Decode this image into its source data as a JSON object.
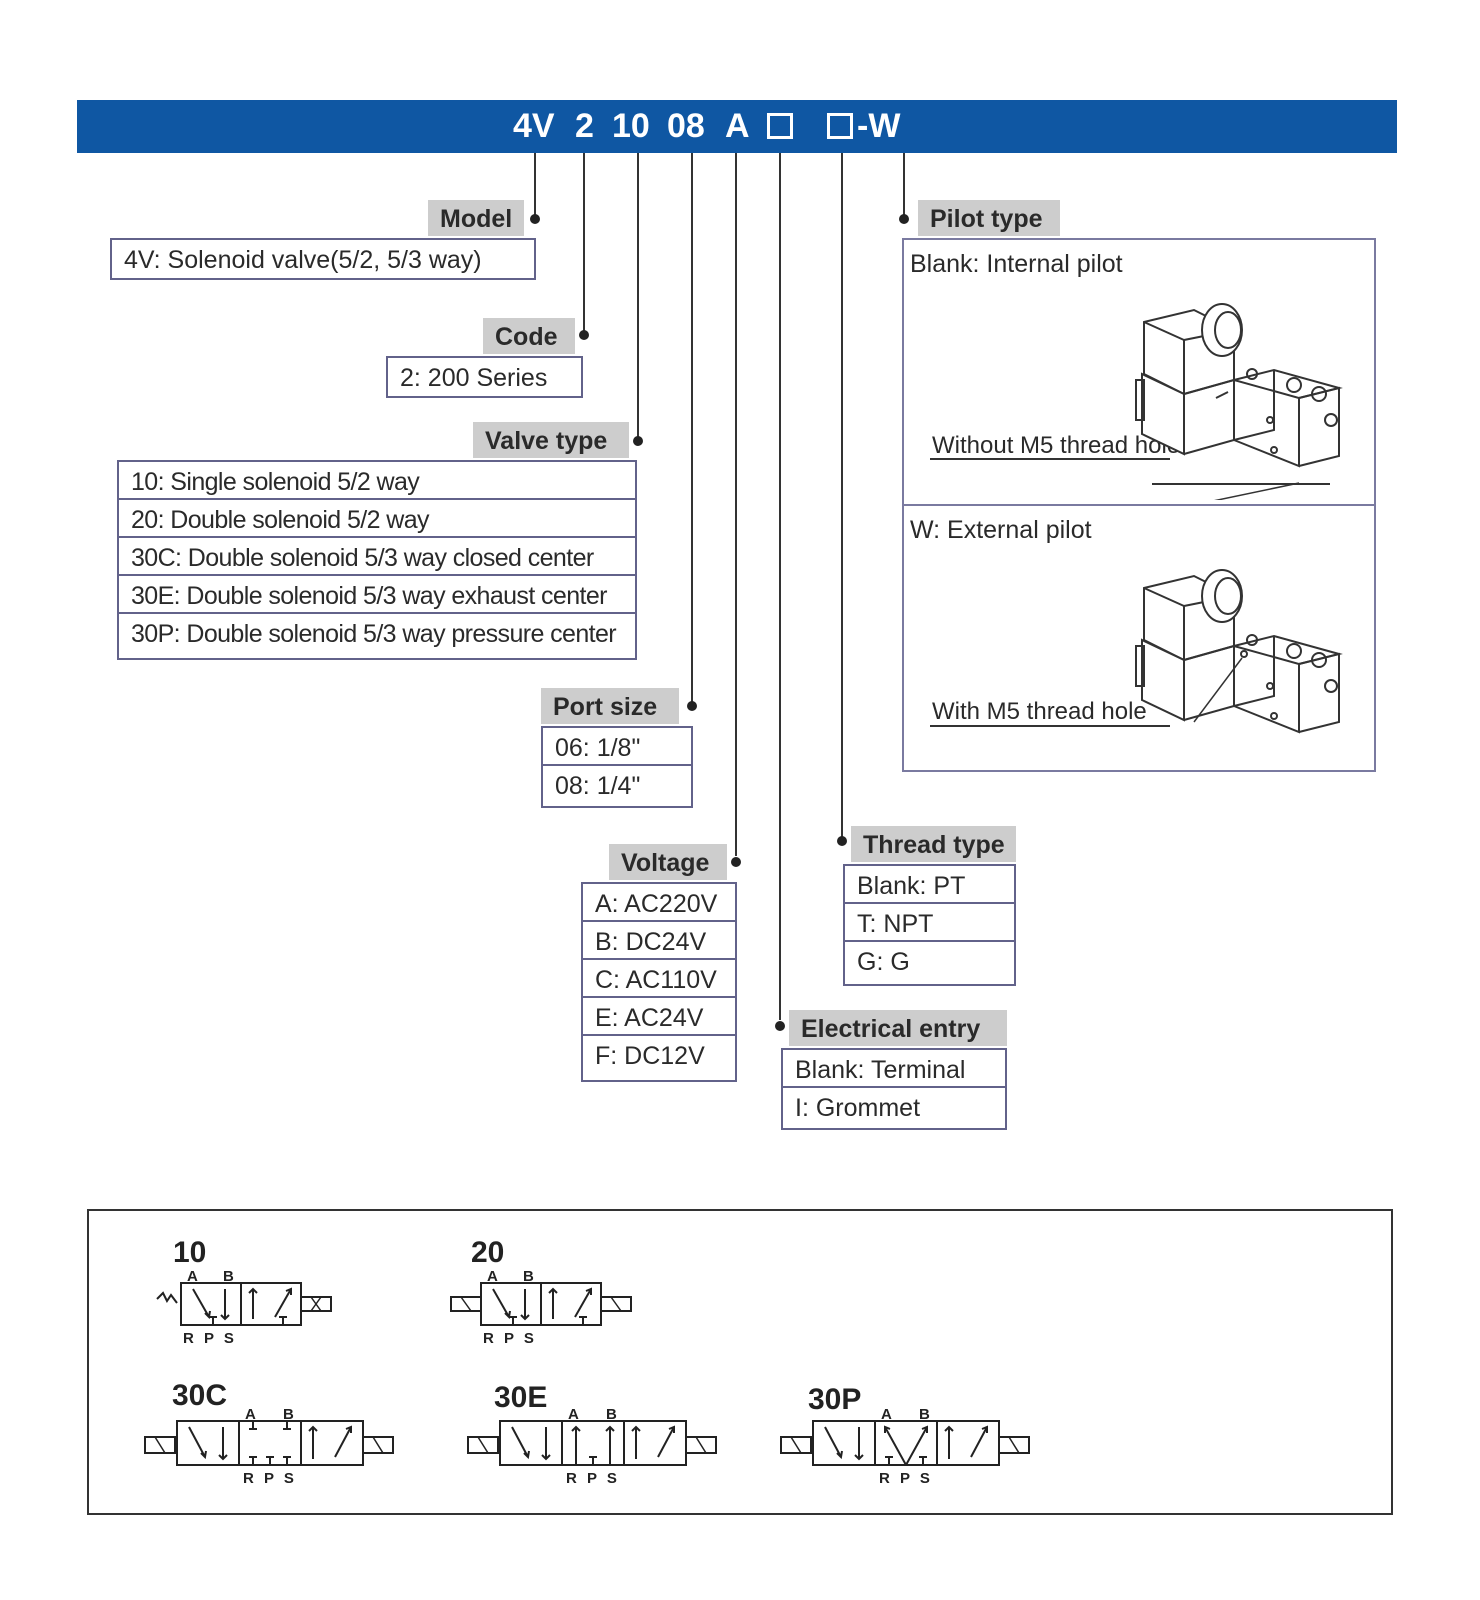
{
  "banner": {
    "code_parts": [
      "4V",
      "2",
      "10",
      "08",
      "A",
      "-W"
    ],
    "color": "#0f57a3"
  },
  "model": {
    "title": "Model",
    "rows": [
      "4V: Solenoid valve(5/2, 5/3 way)"
    ]
  },
  "code": {
    "title": "Code",
    "rows": [
      "2: 200 Series"
    ]
  },
  "valve_type": {
    "title": "Valve type",
    "rows": [
      "10: Single solenoid 5/2 way",
      "20: Double solenoid 5/2 way",
      "30C: Double solenoid 5/3 way closed center",
      "30E: Double solenoid 5/3 way exhaust center",
      "30P: Double solenoid 5/3 way pressure center"
    ]
  },
  "port_size": {
    "title": "Port size",
    "rows": [
      "06: 1/8\"",
      "08: 1/4\""
    ]
  },
  "voltage": {
    "title": "Voltage",
    "rows": [
      "A: AC220V",
      "B: DC24V",
      "C: AC110V",
      "E: AC24V",
      "F: DC12V"
    ]
  },
  "electrical_entry": {
    "title": "Electrical entry",
    "rows": [
      "Blank: Terminal",
      "I: Grommet"
    ]
  },
  "thread_type": {
    "title": "Thread type",
    "rows": [
      "Blank: PT",
      "T: NPT",
      "G: G"
    ]
  },
  "pilot_type": {
    "title": "Pilot type",
    "internal_label": "Blank: Internal pilot",
    "internal_note": "Without M5 thread hole",
    "external_label": "W: External pilot",
    "external_note": "With M5 thread hole"
  },
  "symbols": {
    "items": [
      {
        "label": "10",
        "port_top_a": "A",
        "port_top_b": "B",
        "ports_bottom": "R P S"
      },
      {
        "label": "20",
        "port_top_a": "A",
        "port_top_b": "B",
        "ports_bottom": "R P S"
      },
      {
        "label": "30C",
        "port_top_a": "A",
        "port_top_b": "B",
        "ports_bottom": "R P S"
      },
      {
        "label": "30E",
        "port_top_a": "A",
        "port_top_b": "B",
        "ports_bottom": "R P S"
      },
      {
        "label": "30P",
        "port_top_a": "A",
        "port_top_b": "B",
        "ports_bottom": "R P S"
      }
    ]
  }
}
